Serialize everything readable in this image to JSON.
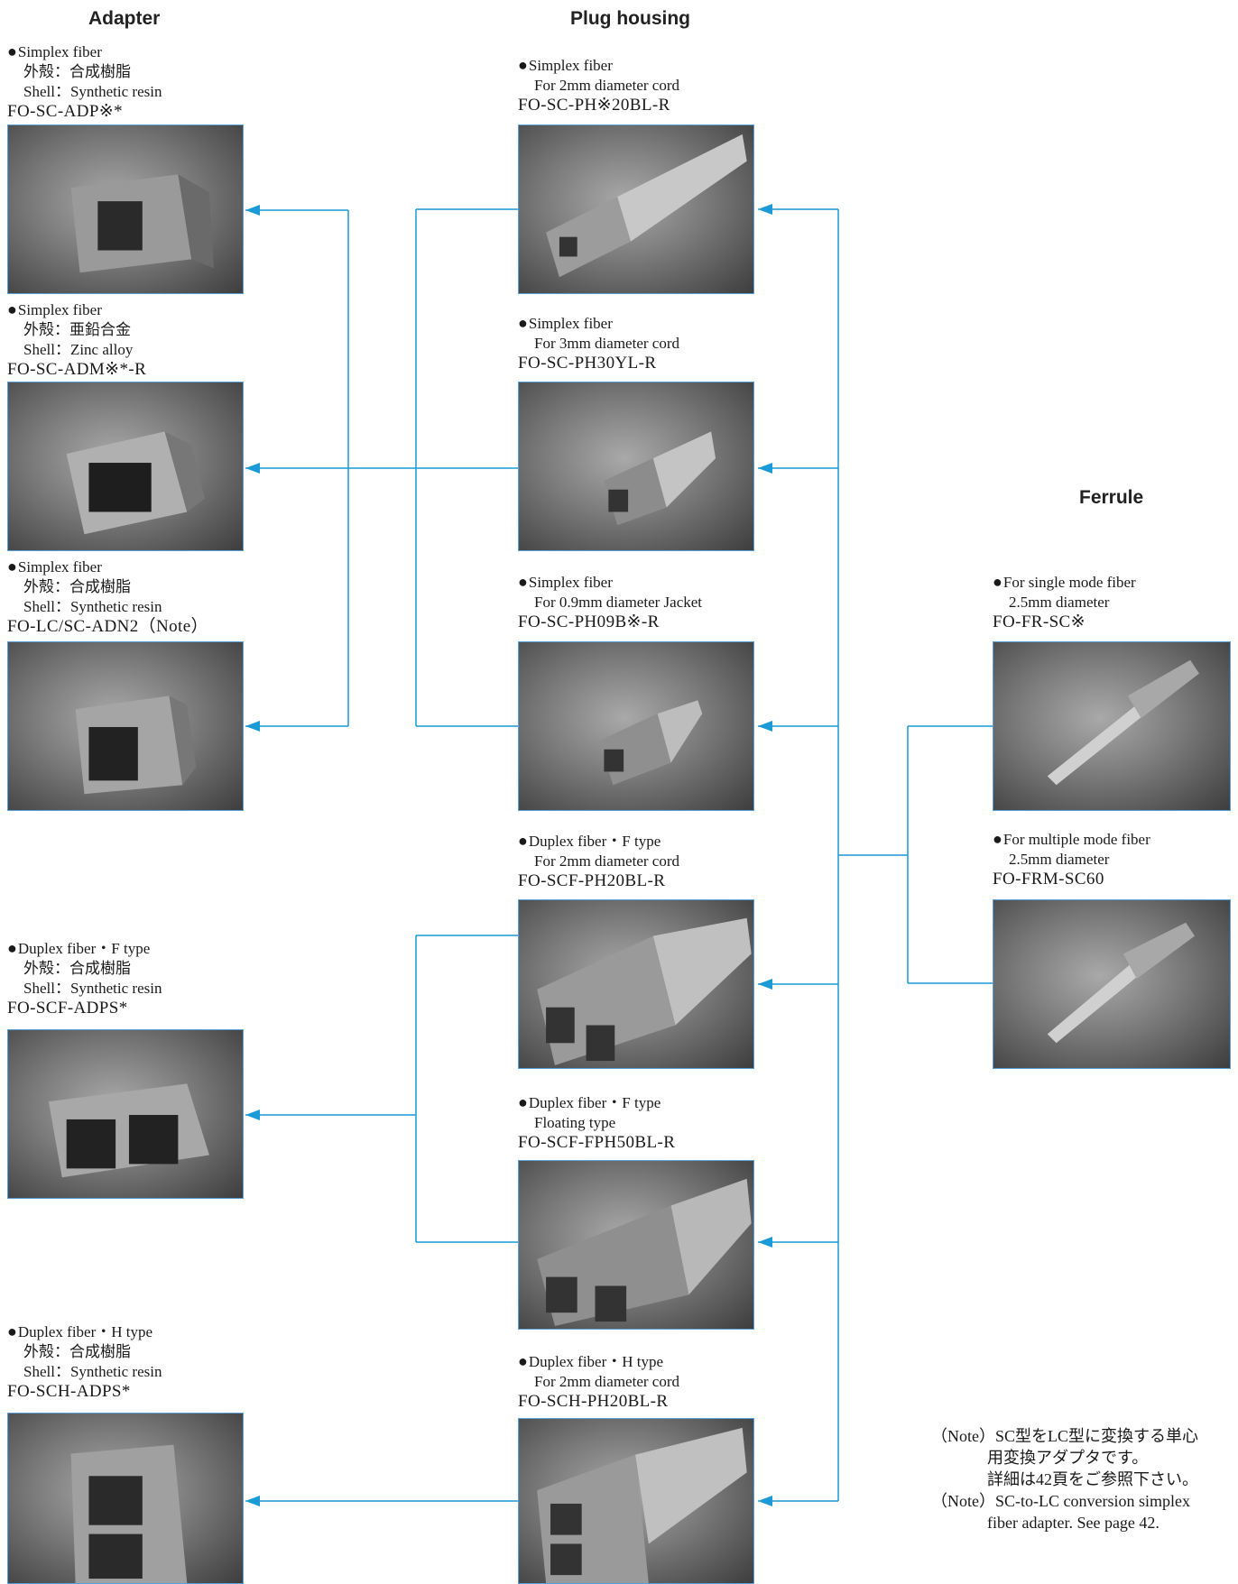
{
  "headings": {
    "adapter": "Adapter",
    "plug": "Plug housing",
    "ferrule": "Ferrule"
  },
  "adapters": [
    {
      "title": "Simplex fiber",
      "lines": [
        "外殻：合成樹脂",
        "Shell：Synthetic resin"
      ],
      "code": "FO-SC-ADP※*",
      "icon": "simplex-adapter-icon"
    },
    {
      "title": "Simplex fiber",
      "lines": [
        "外殻：亜鉛合金",
        "Shell：Zinc alloy"
      ],
      "code": "FO-SC-ADM※*-R",
      "icon": "simplex-adapter-icon"
    },
    {
      "title": "Simplex fiber",
      "lines": [
        "外殻：合成樹脂",
        "Shell：Synthetic resin"
      ],
      "code": "FO-LC/SC-ADN2（Note）",
      "icon": "simplex-adapter-icon"
    },
    {
      "title": "Duplex fiber・F type",
      "lines": [
        "外殻：合成樹脂",
        "Shell：Synthetic resin"
      ],
      "code": "FO-SCF-ADPS*",
      "icon": "duplex-adapter-icon"
    },
    {
      "title": "Duplex fiber・H type",
      "lines": [
        "外殻：合成樹脂",
        "Shell：Synthetic resin"
      ],
      "code": "FO-SCH-ADPS*",
      "icon": "duplex-adapter-icon"
    }
  ],
  "plugs": [
    {
      "title": "Simplex fiber",
      "lines": [
        "For 2mm diameter cord"
      ],
      "code": "FO-SC-PH※20BL-R",
      "icon": "plug-housing-icon"
    },
    {
      "title": "Simplex fiber",
      "lines": [
        "For 3mm diameter cord"
      ],
      "code": "FO-SC-PH30YL-R",
      "icon": "plug-housing-icon"
    },
    {
      "title": "Simplex fiber",
      "lines": [
        "For 0.9mm diameter Jacket"
      ],
      "code": "FO-SC-PH09B※-R",
      "icon": "plug-housing-icon"
    },
    {
      "title": "Duplex fiber・F type",
      "lines": [
        "For 2mm diameter cord"
      ],
      "code": "FO-SCF-PH20BL-R",
      "icon": "duplex-plug-icon"
    },
    {
      "title": "Duplex fiber・F type",
      "lines": [
        "Floating type"
      ],
      "code": "FO-SCF-FPH50BL-R",
      "icon": "duplex-plug-icon"
    },
    {
      "title": "Duplex fiber・H type",
      "lines": [
        "For 2mm diameter cord"
      ],
      "code": "FO-SCH-PH20BL-R",
      "icon": "duplex-plug-icon"
    }
  ],
  "ferrules": [
    {
      "title": "For single mode fiber",
      "lines": [
        "2.5mm diameter"
      ],
      "code": "FO-FR-SC※",
      "icon": "ferrule-icon"
    },
    {
      "title": "For multiple mode fiber",
      "lines": [
        "2.5mm diameter"
      ],
      "code": "FO-FRM-SC60",
      "icon": "ferrule-icon"
    }
  ],
  "note": {
    "jp_label": "（Note）",
    "jp_line1": "SC型をLC型に変換する単心",
    "jp_line2": "用変換アダプタです。",
    "jp_line3": "詳細は42頁をご参照下さい。",
    "en_label": "（Note）",
    "en_line1": "SC-to-LC conversion simplex",
    "en_line2": "fiber adapter. See page 42."
  },
  "colors": {
    "connector_line": "#1a9ad6",
    "photo_border": "#5aa0d8"
  }
}
